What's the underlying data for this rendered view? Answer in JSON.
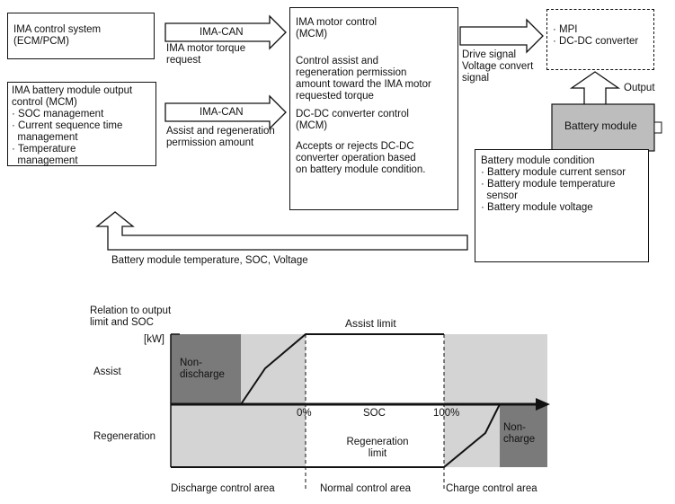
{
  "top": {
    "ecm": {
      "lines": [
        "IMA control system",
        "(ECM/PCM)"
      ]
    },
    "can1": {
      "label": "IMA-CAN",
      "caption": [
        "IMA motor torque",
        "request"
      ]
    },
    "mcm_left": {
      "lines": [
        "IMA battery module output",
        "control (MCM)",
        "· SOC management",
        "· Current sequence time",
        "  management",
        "· Temperature",
        "  management"
      ]
    },
    "can2": {
      "label": "IMA-CAN",
      "caption": [
        "Assist and regeneration",
        "permission amount"
      ]
    },
    "motor_control": {
      "p1": [
        "IMA motor control",
        "(MCM)"
      ],
      "p2": [
        "Control assist and",
        "regeneration permission",
        "amount toward the IMA motor",
        "requested torque"
      ],
      "p3": [
        "DC-DC converter control",
        "(MCM)"
      ],
      "p4": [
        "Accepts or rejects DC-DC",
        "converter operation based",
        "on battery module condition."
      ]
    },
    "drive_signal": [
      "Drive signal",
      "Voltage convert",
      "signal"
    ],
    "mpi": {
      "lines": [
        "· MPI",
        "· DC-DC converter"
      ]
    },
    "output_label": "Output",
    "battery_module": "Battery module",
    "condition": {
      "lines": [
        "Battery module condition",
        "· Battery module current sensor",
        "· Battery module temperature",
        "  sensor",
        "· Battery module voltage"
      ]
    },
    "feedback": "Battery module temperature, SOC, Voltage"
  },
  "chart": {
    "title": [
      "Relation to output",
      "limit and SOC"
    ],
    "unit": "[kW]",
    "assist_limit": "Assist limit",
    "assist": "Assist",
    "regeneration": "Regeneration",
    "non_discharge": [
      "Non-",
      "discharge"
    ],
    "non_charge": [
      "Non-",
      "charge"
    ],
    "zero": "0%",
    "soc": "SOC",
    "hundred": "100%",
    "regen_limit": [
      "Regeneration",
      "limit"
    ],
    "discharge_area": "Discharge control area",
    "normal_area": "Normal control area",
    "charge_area": "Charge control area",
    "colors": {
      "dark": "#7a7a7a",
      "light": "#d4d4d4",
      "mid": "#a8a8a8"
    }
  }
}
